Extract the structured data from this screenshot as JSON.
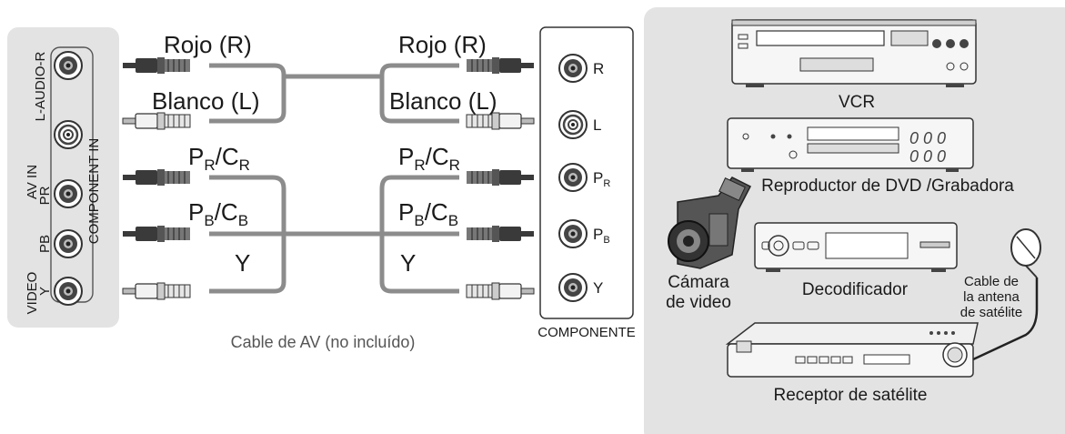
{
  "tv_panel": {
    "av_in": "AV IN",
    "audio": "L-AUDIO-R",
    "component_in": "COMPONENT IN",
    "video": "VIDEO",
    "y": "Y",
    "pb": "PB",
    "pr": "PR"
  },
  "cables": {
    "red": "Rojo (R)",
    "white": "Blanco (L)",
    "pr_main": "P",
    "pr_sub": "R",
    "cr_main": "/C",
    "cr_sub": "R",
    "pb_main": "P",
    "pb_sub": "B",
    "cb_main": "/C",
    "cb_sub": "B",
    "y": "Y",
    "caption": "Cable de AV (no incluído)"
  },
  "component_panel": {
    "jacks": [
      "R",
      "L",
      "P",
      "P",
      "Y"
    ],
    "pr_sub": "R",
    "pb_sub": "B",
    "label": "COMPONENTE"
  },
  "devices": {
    "vcr": "VCR",
    "dvd": "Reproductor de DVD /Grabadora",
    "camera_line1": "Cámara",
    "camera_line2": "de video",
    "decoder": "Decodificador",
    "antenna_line1": "Cable de",
    "antenna_line2": "la antena",
    "antenna_line3": "de satélite",
    "receiver": "Receptor de satélite"
  },
  "colors": {
    "panel_bg": "#e3e3e3",
    "cable": "#8c8c8c",
    "plug_dark": "#3a3a3a",
    "plug_light": "#d8d8d8"
  }
}
